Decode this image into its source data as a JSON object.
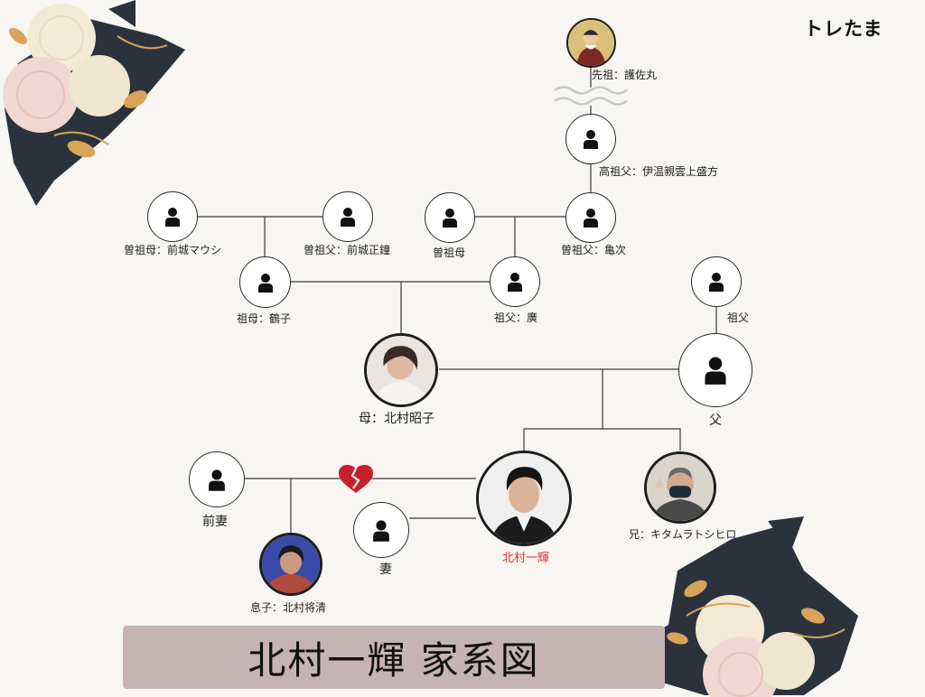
{
  "brand": "トレたま",
  "title": "北村一輝 家系図",
  "colors": {
    "background": "#f8f6f2",
    "title_box": "#c6b4b5",
    "highlight": "#e0312b",
    "heart": "#c8202a",
    "line": "#3a3a3a"
  },
  "icons": {
    "person": "person-silhouette-icon",
    "divorce": "broken-heart-icon",
    "break_mark": "wavy-lines-icon"
  },
  "people": {
    "ancestor": {
      "label": "先祖：護佐丸"
    },
    "great_great_gf": {
      "label": "高祖父：伊温親雲上盛方"
    },
    "ggm_maejo": {
      "label": "曽祖母：前城マウシ"
    },
    "ggf_maejo": {
      "label": "曽祖父：前城正鐘"
    },
    "ggm": {
      "label": "曽祖母"
    },
    "ggf_kameji": {
      "label": "曽祖父：亀次"
    },
    "grandmother": {
      "label": "祖母：鶴子"
    },
    "grandfather_m": {
      "label": "祖父：廣"
    },
    "grandfather_p": {
      "label": "祖父"
    },
    "mother": {
      "label": "母：北村昭子"
    },
    "father": {
      "label": "父"
    },
    "ex_wife": {
      "label": "前妻"
    },
    "wife": {
      "label": "妻"
    },
    "self": {
      "label": "北村一輝"
    },
    "brother": {
      "label": "兄：キタムラトシヒロ"
    },
    "son": {
      "label": "息子：北村将清"
    }
  }
}
